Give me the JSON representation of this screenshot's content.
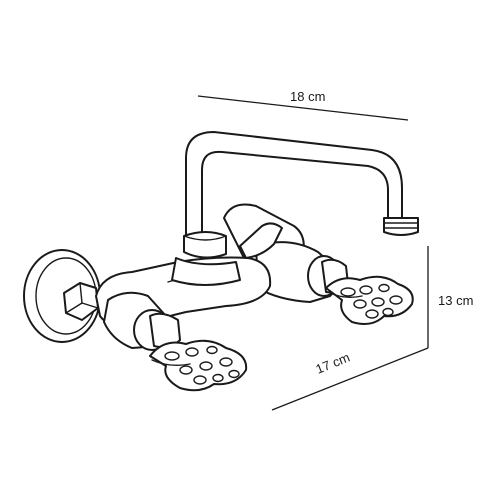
{
  "dimensions": {
    "width_label": "18 cm",
    "height_label": "13 cm",
    "depth_label": "17 cm"
  },
  "colors": {
    "line": "#1a1a1a",
    "background": "#ffffff"
  }
}
